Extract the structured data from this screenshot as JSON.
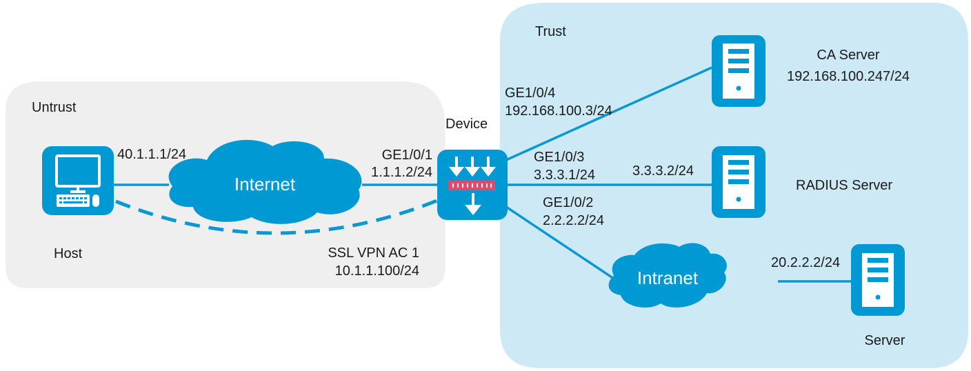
{
  "colors": {
    "untrust_zone_fill": "#efefef",
    "trust_zone_fill": "#cce9f5",
    "node_blue": "#0099d4",
    "link_blue": "#0a98d2",
    "device_bar": "#e04a6c",
    "text": "#1a1a1a"
  },
  "zones": {
    "untrust": {
      "label": "Untrust"
    },
    "trust": {
      "label": "Trust"
    }
  },
  "nodes": {
    "host": {
      "label": "Host",
      "ip": "40.1.1.1/24",
      "icon": "pc-icon"
    },
    "internet": {
      "label": "Internet",
      "icon": "cloud-icon"
    },
    "device": {
      "label": "Device",
      "icon": "firewall-icon",
      "ge101": {
        "iface": "GE1/0/1",
        "ip": "1.1.1.2/24"
      },
      "ge104": {
        "iface": "GE1/0/4",
        "ip": "192.168.100.3/24"
      },
      "ge103": {
        "iface": "GE1/0/3",
        "ip": "3.3.3.1/24"
      },
      "ge102": {
        "iface": "GE1/0/2",
        "ip": "2.2.2.2/24"
      }
    },
    "ca_server": {
      "label": "CA Server",
      "ip": "192.168.100.247/24",
      "icon": "server-icon"
    },
    "radius_server": {
      "label": "RADIUS Server",
      "ip": "3.3.3.2/24",
      "icon": "server-icon"
    },
    "intranet": {
      "label": "Intranet",
      "icon": "cloud-icon"
    },
    "server": {
      "label": "Server",
      "ip": "20.2.2.2/24",
      "icon": "server-icon"
    }
  },
  "vpn": {
    "label": "SSL VPN AC 1",
    "ip": "10.1.1.100/24"
  }
}
